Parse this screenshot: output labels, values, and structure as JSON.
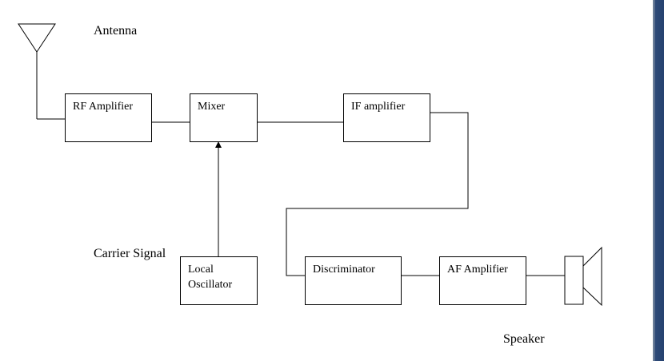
{
  "labels": {
    "antenna": "Antenna",
    "carrier_signal": "Carrier Signal",
    "speaker": "Speaker"
  },
  "blocks": {
    "rf_amplifier": "RF Amplifier",
    "mixer": "Mixer",
    "if_amplifier": "IF amplifier",
    "local_oscillator_line1": "Local",
    "local_oscillator_line2": "Oscillator",
    "discriminator": "Discriminator",
    "af_amplifier": "AF Amplifier"
  },
  "colors": {
    "line": "#000000",
    "background": "#ffffff",
    "window_edge": "#26426f"
  }
}
